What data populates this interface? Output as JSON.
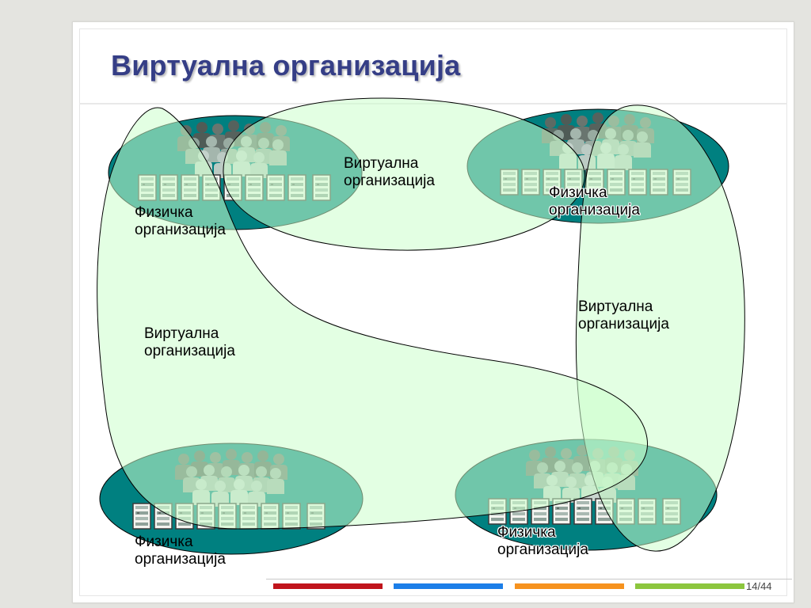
{
  "slide": {
    "title": "Виртуална организација",
    "page_number": "14/44"
  },
  "diagram": {
    "physical_orgs": [
      {
        "line1": "Физичка",
        "line2": "организација"
      },
      {
        "line1": "Физичка",
        "line2": "организација"
      },
      {
        "line1": "Физичка",
        "line2": "организација"
      },
      {
        "line1": "Физичка",
        "line2": "организација"
      }
    ],
    "virtual_orgs": [
      {
        "line1": "Виртуална",
        "line2": "организација"
      },
      {
        "line1": "Виртуална",
        "line2": "организација"
      },
      {
        "line1": "Виртуална",
        "line2": "организација"
      }
    ]
  },
  "colors": {
    "title": "#353e86",
    "physical_org_fill": "#008080",
    "virtual_org_fill": "#ccffcc",
    "footer_red": "#c0141c",
    "footer_blue": "#1c7ee8",
    "footer_orange": "#f6921e",
    "footer_green": "#8cc63e"
  }
}
